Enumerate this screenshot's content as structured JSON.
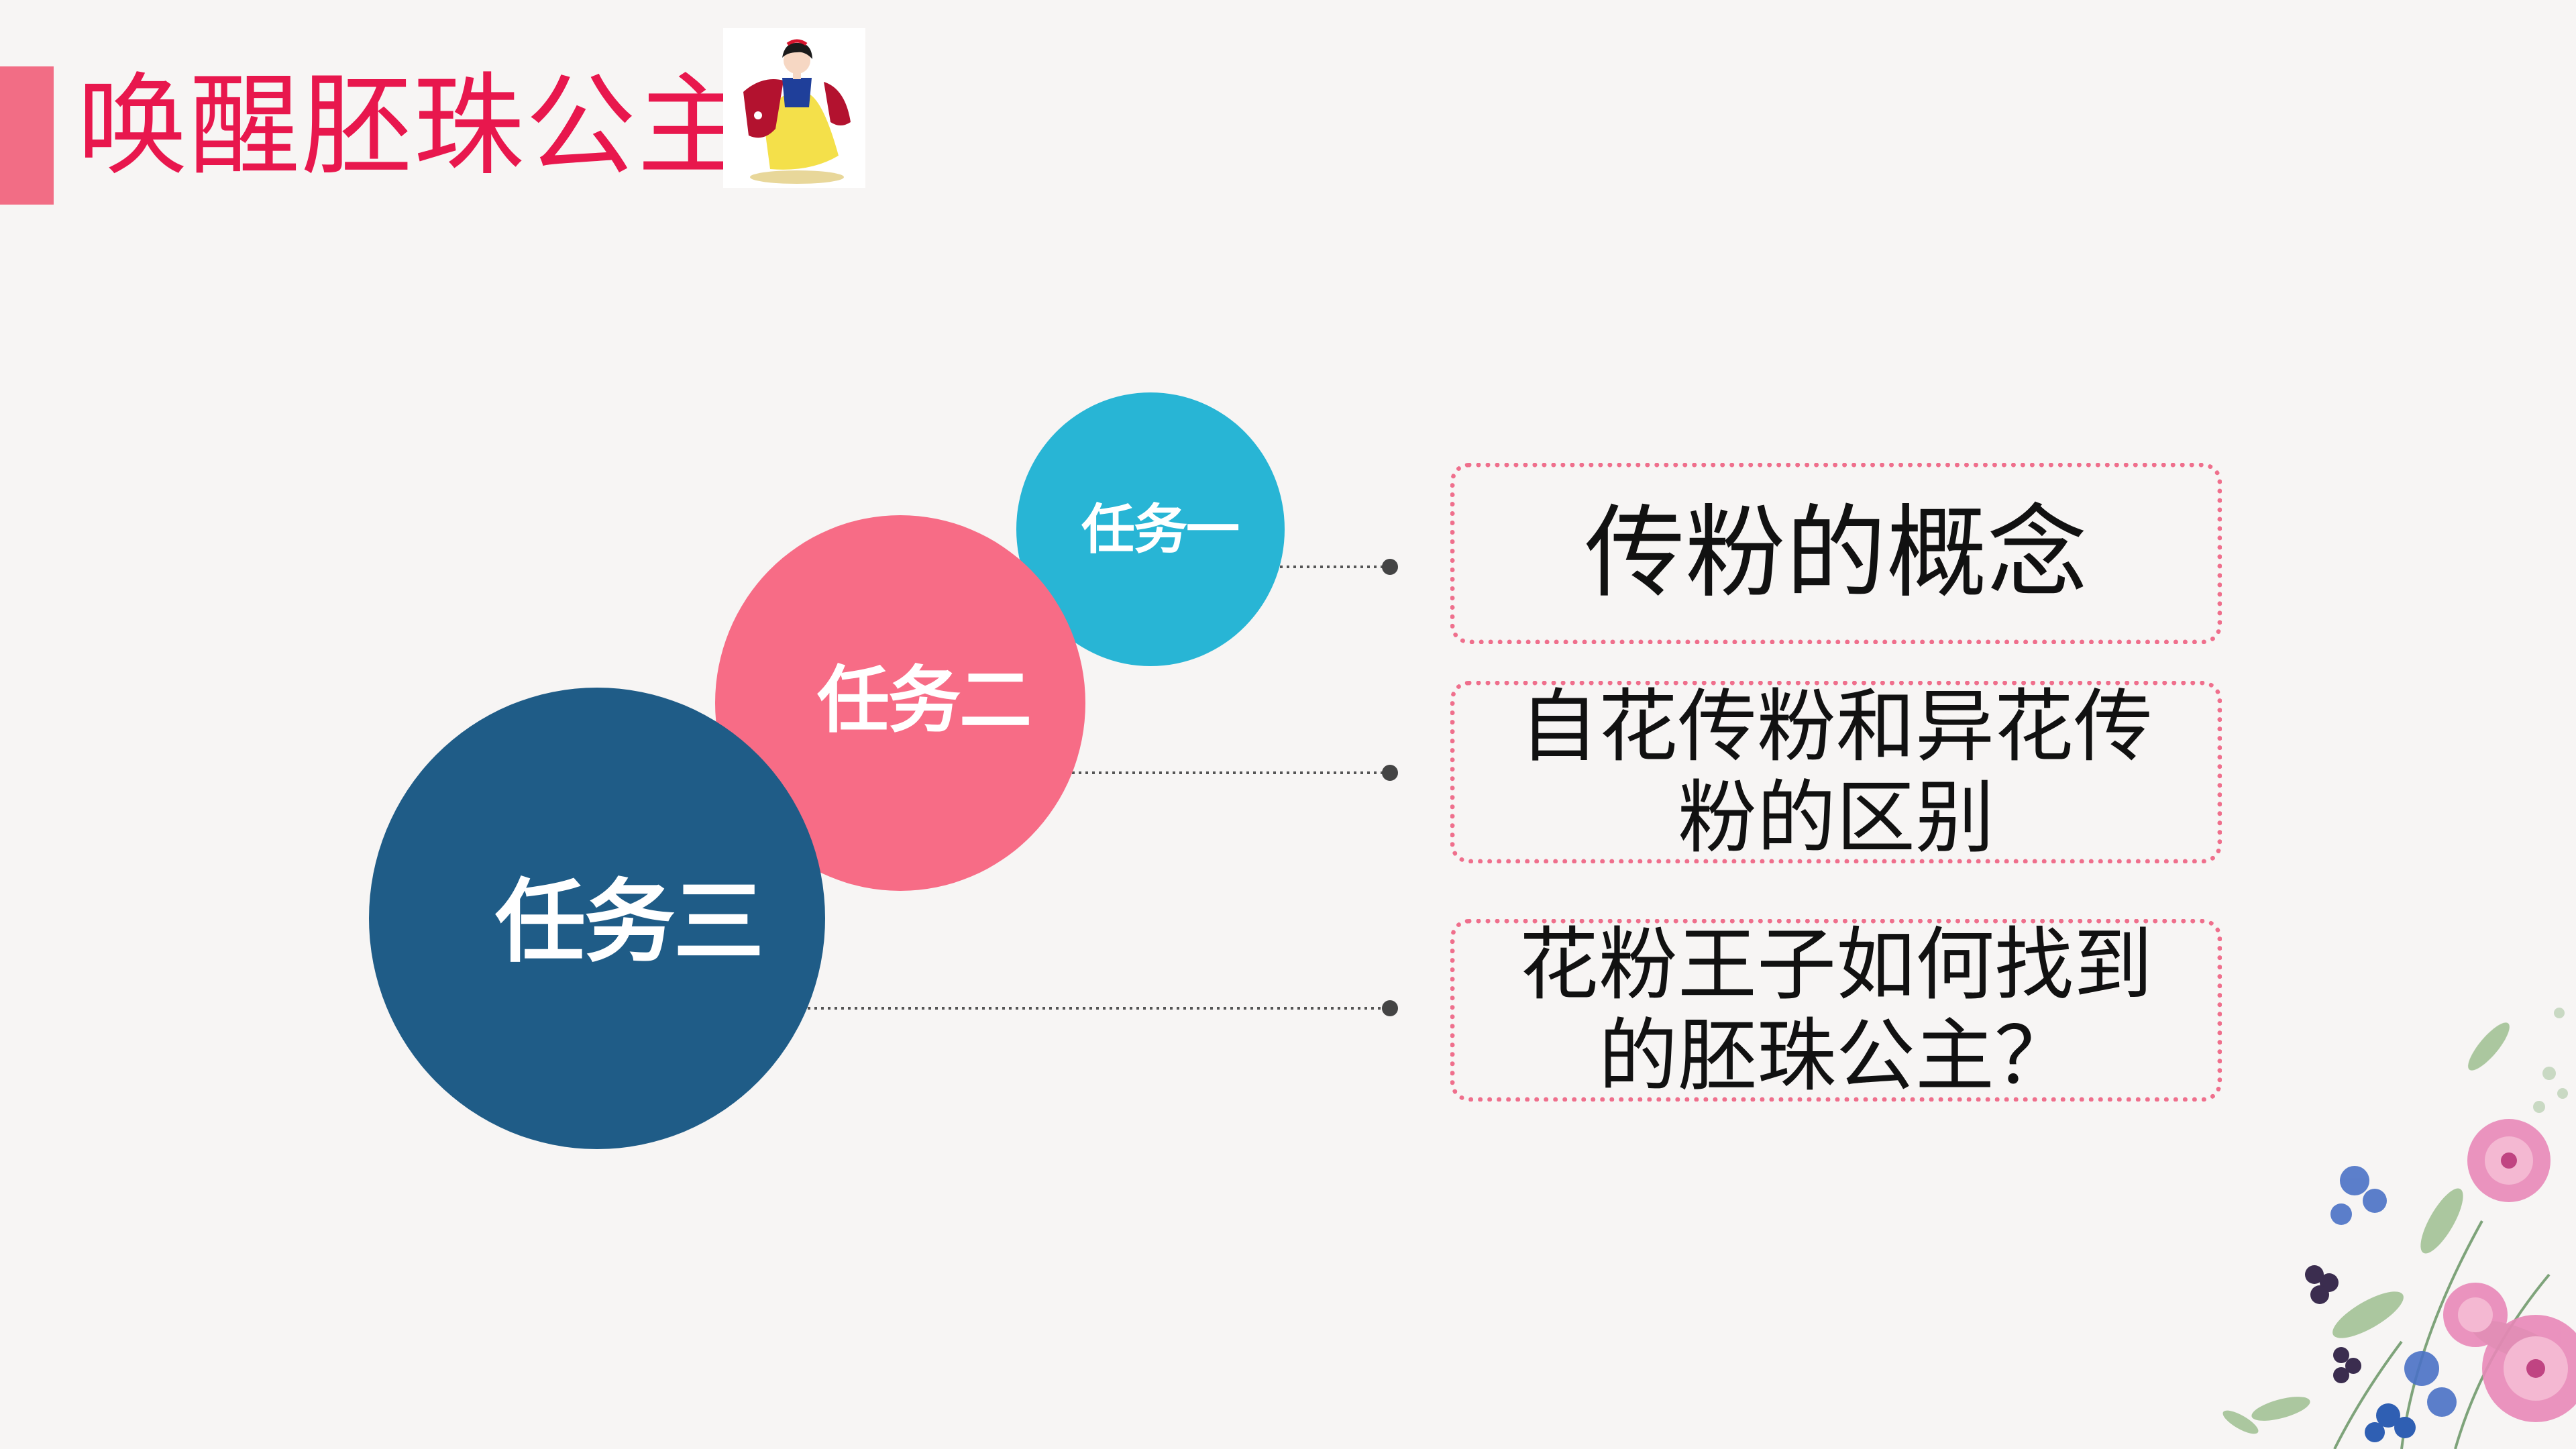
{
  "slide": {
    "title": "唤醒胚珠公主",
    "tasks": [
      {
        "circle_label": "任务一",
        "box_text": "传粉的概念"
      },
      {
        "circle_label": "任务二",
        "box_text": "自花传粉和异花传粉的区别"
      },
      {
        "circle_label": "任务三",
        "box_text": "花粉王子如何找到的胚珠公主？"
      }
    ]
  },
  "colors": {
    "title": "#e8174d",
    "accent_bar": "#f26d85",
    "circle_1": "#28b5d5",
    "circle_2": "#f76c86",
    "circle_3": "#1f5c87",
    "box_border": "#ef6f8c"
  },
  "icons": {
    "header_image": "snow-white-princess-illustration",
    "corner_decoration": "floral-watercolor-decoration"
  }
}
